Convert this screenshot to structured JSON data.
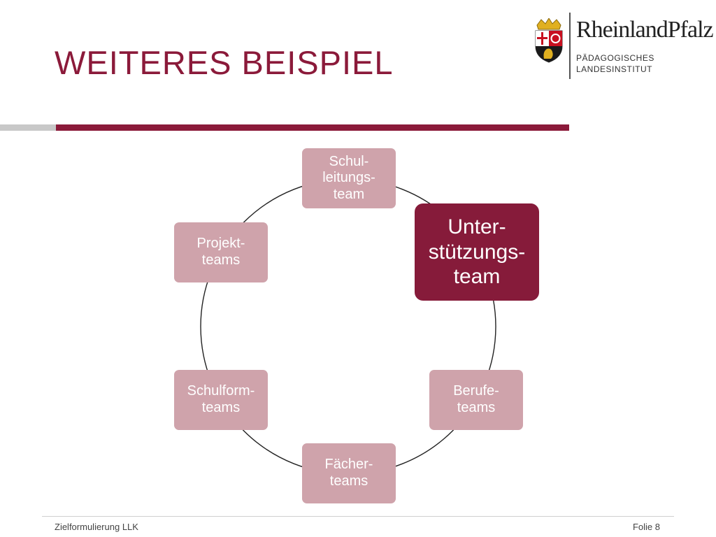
{
  "slide": {
    "title": "WEITERES BEISPIEL",
    "footer_left": "Zielformulierung LLK",
    "footer_right": "Folie 8"
  },
  "logo": {
    "name": "RheinlandPfalz",
    "line1": "PÄDAGOGISCHES",
    "line2": "LANDESINSTITUT",
    "icon": "coat-of-arms-icon"
  },
  "diagram": {
    "type": "cycle",
    "nodes": [
      {
        "label": "Schul-\nleitungs-\nteam",
        "highlighted": false
      },
      {
        "label": "Unter-\nstützungs-\nteam",
        "highlighted": true
      },
      {
        "label": "Berufe-\nteams",
        "highlighted": false
      },
      {
        "label": "Fächer-\nteams",
        "highlighted": false
      },
      {
        "label": "Schulform-\nteams",
        "highlighted": false
      },
      {
        "label": "Projekt-\nteams",
        "highlighted": false
      }
    ]
  },
  "colors": {
    "accent": "#8b1a3a",
    "node": "#cfa3ab",
    "node_active": "#861b3a"
  }
}
